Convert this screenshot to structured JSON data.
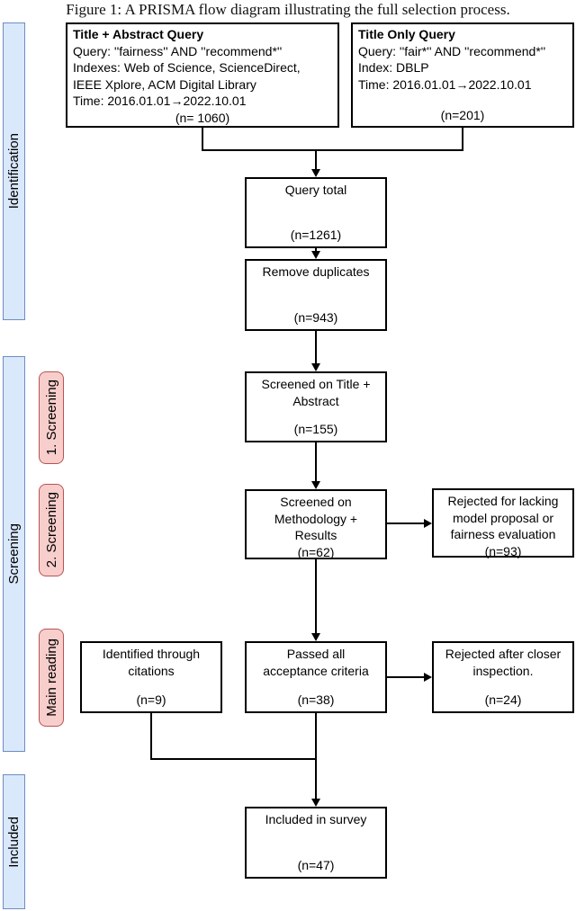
{
  "caption": "Figure 1: A PRISMA flow diagram illustrating the full selection process.",
  "colors": {
    "box_border": "#000000",
    "line": "#000000",
    "sidebar_fill": "#dae8fc",
    "sidebar_border": "#6c8ebf",
    "phase_fill": "#f8cecc",
    "phase_border": "#b85450"
  },
  "sidebar": {
    "identification": "Identification",
    "screening": "Screening",
    "included": "Included"
  },
  "phase_labels": {
    "screening1": "1. Screening",
    "screening2": "2. Screening",
    "main_reading": "Main reading"
  },
  "source_boxes": {
    "title_abstract": {
      "title": "Title + Abstract Query",
      "line1": "Query: ''fairness'' AND ''recommend*''",
      "line2": "Indexes: Web of Science, ScienceDirect,",
      "line3": "IEEE Xplore, ACM Digital Library",
      "line4": "Time: 2016.01.01→2022.10.01",
      "count": "(n= 1060)"
    },
    "title_only": {
      "title": "Title Only Query",
      "line1": "Query: ''fair*'' AND ''recommend*''",
      "line2": "Index: DBLP",
      "line3": "Time: 2016.01.01→2022.10.01",
      "count": "(n=201)"
    }
  },
  "flow_boxes": {
    "query_total": {
      "label": "Query total",
      "count": "(n=1261)"
    },
    "remove_duplicates": {
      "label": "Remove duplicates",
      "count": "(n=943)"
    },
    "screened_title_abstract": {
      "line1": "Screened on Title +",
      "line2": "Abstract",
      "count": "(n=155)"
    },
    "screened_methodology": {
      "line1": "Screened on",
      "line2": "Methodology +",
      "line3": "Results",
      "count": "(n=62)"
    },
    "rejected_lacking": {
      "line1": "Rejected for lacking",
      "line2": "model proposal or",
      "line3": "fairness evaluation",
      "count": "(n=93)"
    },
    "identified_citations": {
      "line1": "Identified through",
      "line2": "citations",
      "count": "(n=9)"
    },
    "passed_criteria": {
      "line1": "Passed all",
      "line2": "acceptance criteria",
      "count": "(n=38)"
    },
    "rejected_closer": {
      "line1": "Rejected after closer",
      "line2": "inspection.",
      "count": "(n=24)"
    },
    "included_survey": {
      "label": "Included in survey",
      "count": "(n=47)"
    }
  }
}
